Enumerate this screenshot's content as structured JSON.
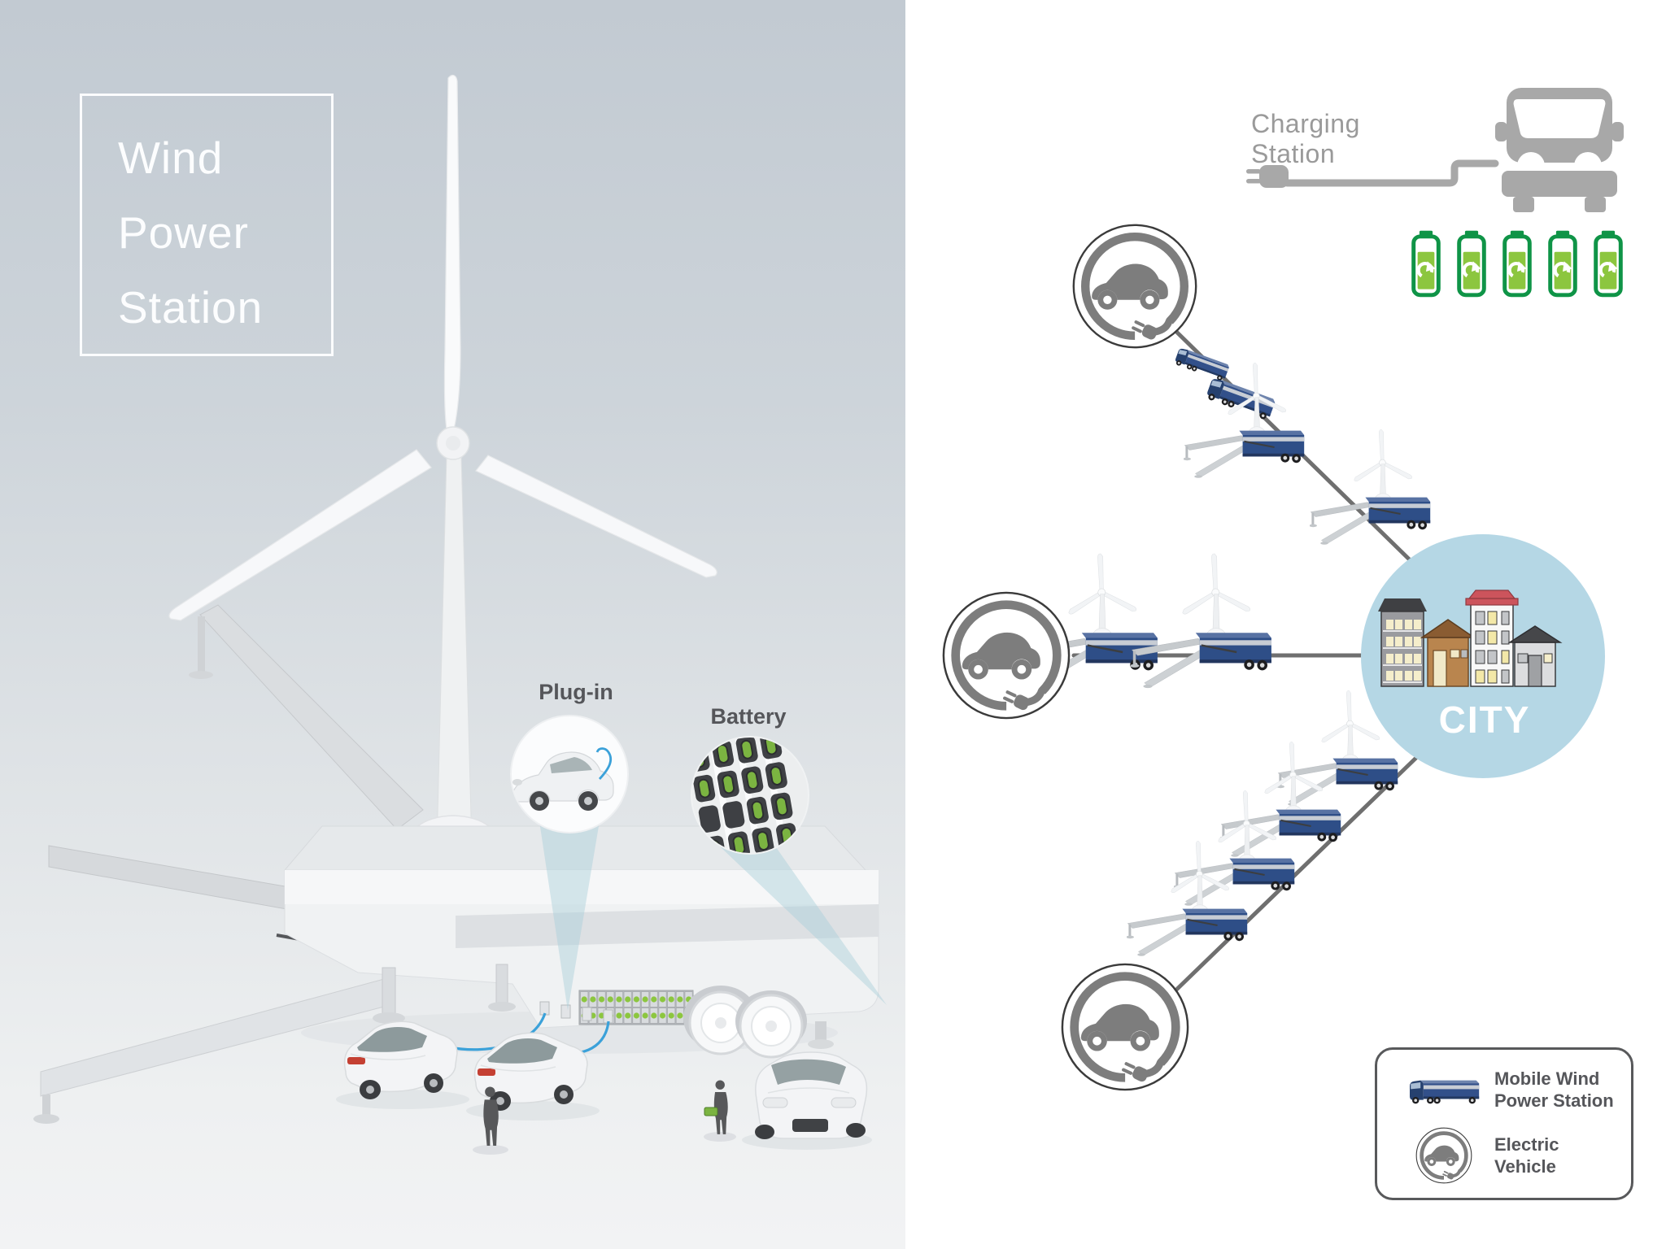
{
  "left_panel": {
    "title_lines": [
      "Wind",
      "Power",
      "Station"
    ],
    "plug_in_label": "Plug-in",
    "battery_label": "Battery"
  },
  "right_panel": {
    "charging_station_label": "Charging Station",
    "battery_count": 5,
    "city_label": "CITY",
    "legend": {
      "item1_line1": "Mobile Wind",
      "item1_line2": "Power Station",
      "item2_line1": "Electric",
      "item2_line2": "Vehicle"
    }
  },
  "icons": {
    "ev_circle": "electric-vehicle-plug-circle-icon",
    "battery": "green-recycle-battery-icon",
    "transit_truck": "mobile-wind-power-station-truck-icon",
    "wind_station": "deployed-wind-station-icon",
    "charging_car": "car-front-icon",
    "charging_plug": "power-plug-cord-icon"
  },
  "colors": {
    "battery_green_dark": "#0f9447",
    "battery_green_fill": "#8cc63f",
    "truck_blue": "#2e4e87",
    "city_circle_blue": "#b5d7e5",
    "icon_gray": "#a8a8a8",
    "label_gray": "#55565a",
    "cable_blue": "#3ba1d9",
    "road_gray": "#6f6f6f"
  }
}
